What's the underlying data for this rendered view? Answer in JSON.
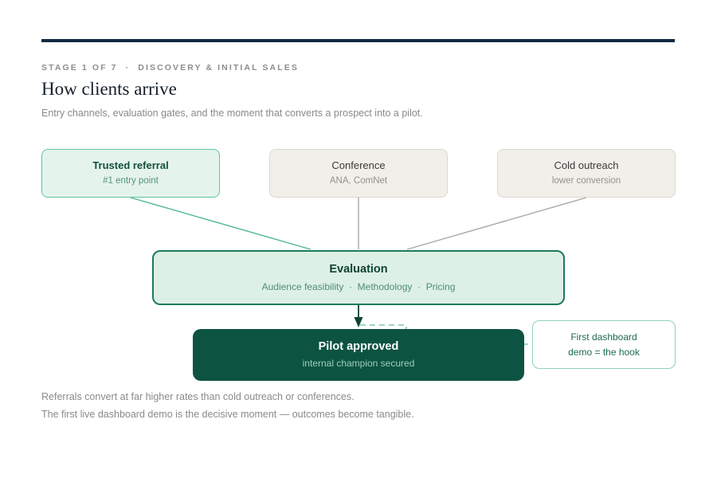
{
  "header": {
    "eyebrow": "STAGE 1 OF 7  ·  DISCOVERY & INITIAL SALES",
    "title": "How clients arrive",
    "subtitle": "Entry channels, evaluation gates, and the moment that converts a prospect into a pilot."
  },
  "colors": {
    "rule": "#112a40",
    "accent_green": "#1d7a5c",
    "deep_green": "#0d5341",
    "mint_fill": "#ddf0e6",
    "light_mint_fill": "#e4f4ec",
    "neutral_fill": "#f1efe9",
    "neutral_border": "#dcd8cf",
    "muted_text": "#8a8a8a",
    "edge_green": "#4fb68e",
    "edge_gray": "#a9a7a1"
  },
  "diagram": {
    "sources": [
      {
        "title": "Trusted referral",
        "sub": "#1 entry point",
        "style": "highlight"
      },
      {
        "title": "Conference",
        "sub": "ANA, ComNet",
        "style": "neutral"
      },
      {
        "title": "Cold outreach",
        "sub": "lower conversion",
        "style": "neutral"
      }
    ],
    "evaluation": {
      "title": "Evaluation",
      "sub": "Audience feasibility  ·  Methodology  ·  Pricing"
    },
    "pilot": {
      "title": "Pilot approved",
      "sub": "internal champion secured"
    },
    "dashboard": {
      "line1": "First dashboard",
      "line2": "demo = the hook"
    }
  },
  "notes": [
    "Referrals convert at far higher rates than cold outreach or conferences.",
    "The first live dashboard demo is the decisive moment — outcomes become tangible."
  ]
}
